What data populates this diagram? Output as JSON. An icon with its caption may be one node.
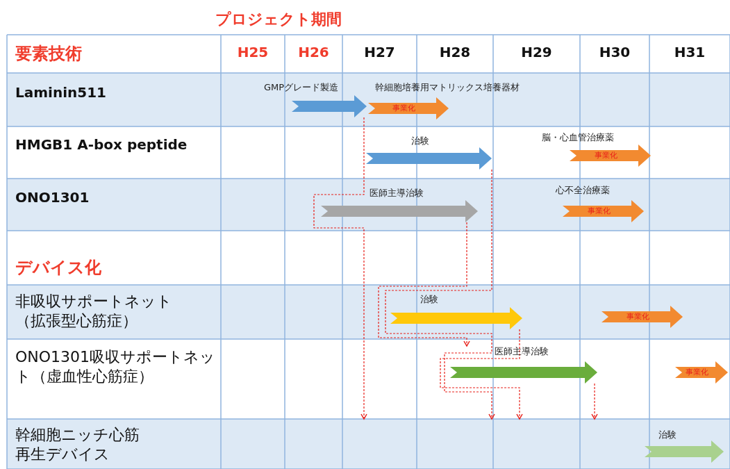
{
  "diagram": {
    "nodes": [
      {
        "text": [
          "GMPグレード製造"
        ]
      },
      {
        "text": [
          "幹細胞培養用マトリックス培養器材",
          "事業化"
        ]
      },
      {
        "text": [
          "治験"
        ]
      },
      {
        "text": [
          "脳・心血管治療薬",
          "事業化"
        ]
      },
      {
        "text": [
          "医師主導治験"
        ]
      },
      {
        "text": [
          "心不全治療薬",
          "事業化"
        ]
      },
      {
        "text": [
          "治験"
        ]
      },
      {
        "text": [
          "事業化"
        ]
      },
      {
        "text": [
          "医師主導治験"
        ]
      },
      {
        "text": [
          "事業化"
        ]
      },
      {
        "text": [
          "幹細胞ニッチ心筋再生デバイス"
        ]
      },
      {
        "text": [
          "治験"
        ],
        "in": 10
      }
    ],
    "edges": [
      {
        "from": 0,
        "to": 10,
        "arrow": "to",
        "style": "dashed"
      },
      {
        "from": 2,
        "to": 10,
        "arrow": "to",
        "style": "dashed"
      },
      {
        "from": 4,
        "to": 8,
        "arrow": "to",
        "style": "dashed"
      },
      {
        "from": 6,
        "to": 10,
        "arrow": "to",
        "style": "dashed"
      },
      {
        "from": 8,
        "to": 10,
        "arrow": "to",
        "style": "dashed"
      }
    ],
    "labels": [
      "プロジェクト期間",
      "要素技術",
      "H25",
      "H26",
      "H27",
      "H28",
      "H29",
      "H30",
      "H31",
      "Laminin511",
      "HMGB1 A-box peptide",
      "ONO1301",
      "デバイス化",
      "非吸収サポートネット（拡張型心筋症）",
      "ONO1301吸収サポートネット（虚血性心筋症）"
    ]
  }
}
